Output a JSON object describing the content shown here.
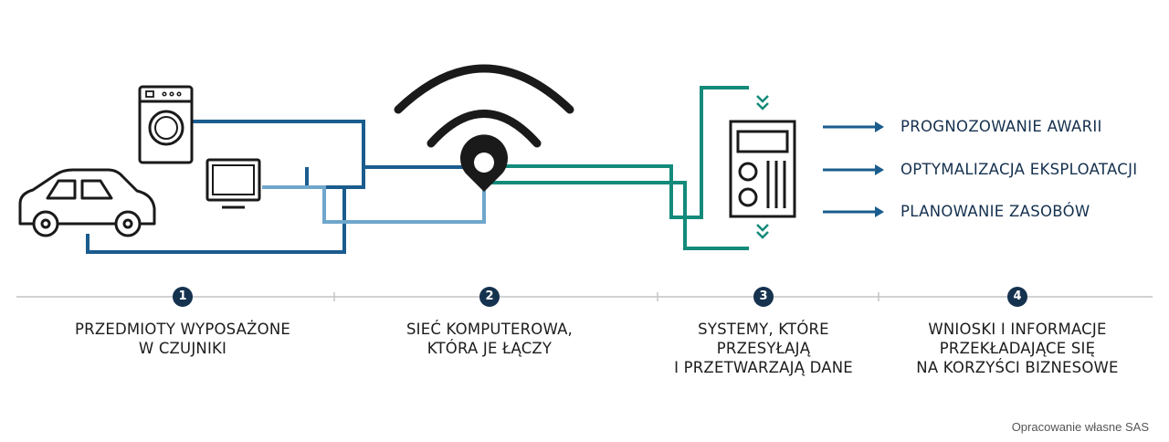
{
  "outputs": [
    "PROGNOZOWANIE AWARII",
    "OPTYMALIZACJA EKSPLOATACJI",
    "PLANOWANIE ZASOBÓW"
  ],
  "steps": [
    {
      "number": "1",
      "lines": [
        "PRZEDMIOTY WYPOSAŻONE",
        "W CZUJNIKI"
      ]
    },
    {
      "number": "2",
      "lines": [
        "SIEĆ KOMPUTEROWA,",
        "KTÓRA JE ŁĄCZY"
      ]
    },
    {
      "number": "3",
      "lines": [
        "SYSTEMY, KTÓRE",
        "PRZESYŁAJĄ",
        "I PRZETWARZAJĄ  DANE"
      ]
    },
    {
      "number": "4",
      "lines": [
        "WNIOSKI I INFORMACJE",
        "PRZEKŁADAJĄCE SIĘ",
        "NA KORZYŚCI BIZNESOWE"
      ]
    }
  ],
  "source_note": "Opracowanie własne SAS",
  "icons": [
    "car-icon",
    "washing-machine-icon",
    "monitor-icon",
    "wifi-icon",
    "map-pin-icon",
    "server-device-icon",
    "arrow-right-icon",
    "double-chevron-down-icon"
  ],
  "colors": {
    "dark_blue": "#1a5c8e",
    "light_blue": "#6fa6cc",
    "teal": "#138a7a",
    "navy": "#15324f",
    "icon_outline": "#1a1a1a",
    "timeline": "#c4c4c4"
  }
}
